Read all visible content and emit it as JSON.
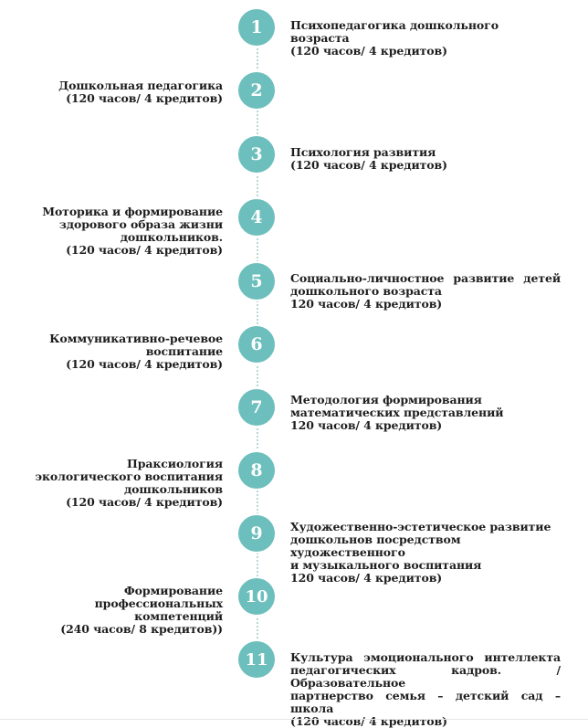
{
  "courses": [
    {
      "num": "1",
      "lines": [
        "Психопедагогика дошкольного возраста",
        "(120 часов/ 4 кредитов)"
      ]
    },
    {
      "num": "2",
      "lines": [
        "Дошкольная педагогика",
        "(120 часов/ 4 кредитов)"
      ]
    },
    {
      "num": "3",
      "lines": [
        "Психология развития",
        "(120 часов/ 4 кредитов)"
      ]
    },
    {
      "num": "4",
      "lines": [
        "Моторика и формирование",
        "здорового образа жизни",
        "дошкольников.",
        "(120 часов/ 4 кредитов)"
      ]
    },
    {
      "num": "5",
      "lines": [
        "Социально-личностное развитие детей",
        "дошкольного возраста",
        "120 часов/ 4 кредитов)"
      ]
    },
    {
      "num": "6",
      "lines": [
        "Коммуникативно-речевое",
        "воспитание",
        "(120 часов/ 4 кредитов)"
      ]
    },
    {
      "num": "7",
      "lines": [
        "Методология формирования",
        "математических представлений",
        "120 часов/ 4 кредитов)"
      ]
    },
    {
      "num": "8",
      "lines": [
        "Праксиология",
        "экологического воспитания",
        "дошкольников",
        "(120 часов/ 4 кредитов)"
      ]
    },
    {
      "num": "9",
      "lines": [
        "Художественно-эстетическое развитие",
        "дошкольнов посредством художественного",
        "и музыкального воспитания",
        "120 часов/ 4 кредитов)"
      ]
    },
    {
      "num": "10",
      "lines": [
        "Формирование профессиональных",
        "компетенций",
        "(240 часов/ 8 кредитов))"
      ]
    },
    {
      "num": "11",
      "lines": [
        "Культура эмоционального интеллекта",
        "педагогических кадров. / Образовательное",
        "партнерство семья – детский сад – школа",
        "(120 часов/ 4 кредитов)"
      ]
    }
  ]
}
